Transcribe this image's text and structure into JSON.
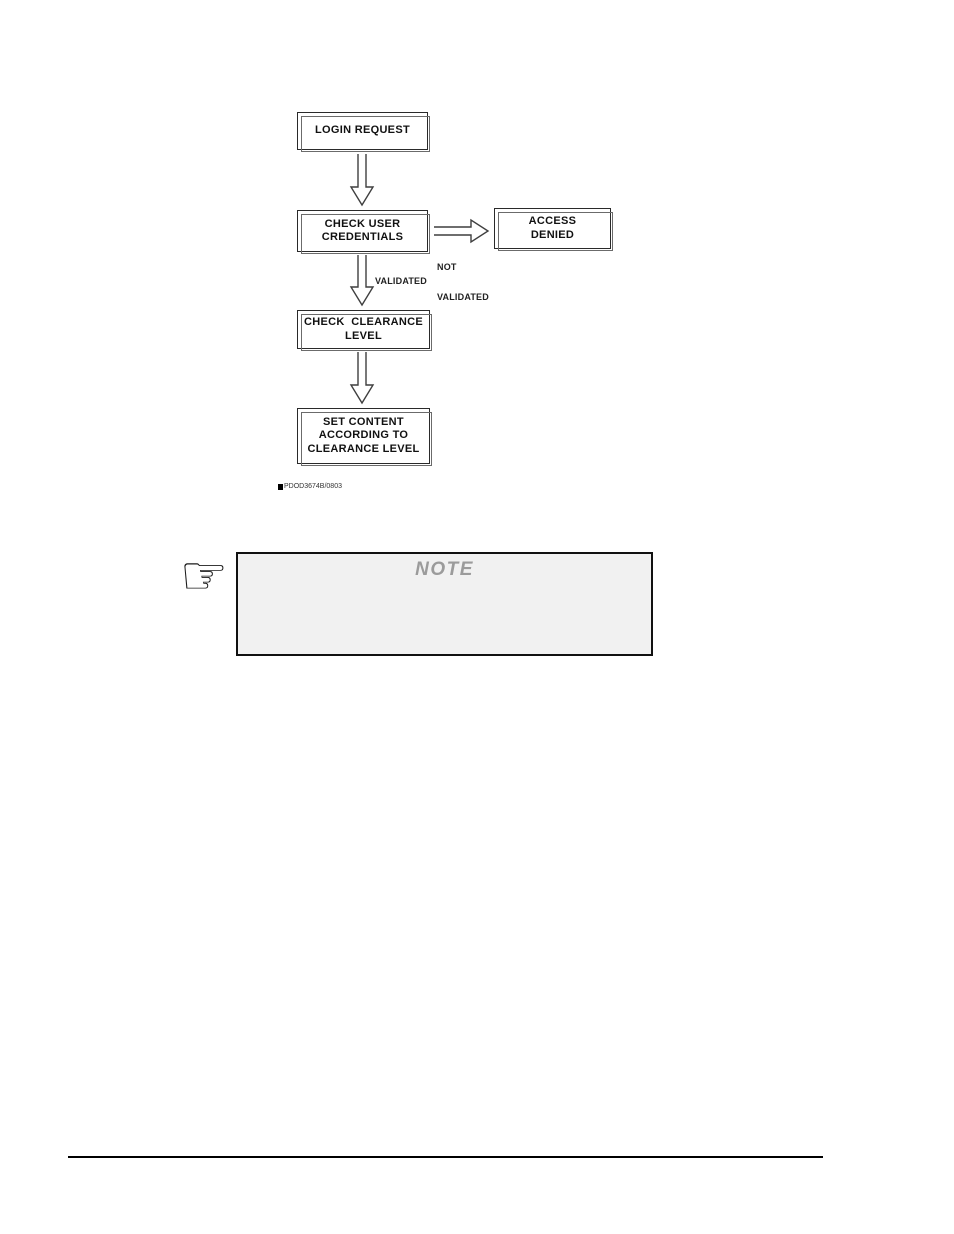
{
  "flowchart": {
    "login_request": {
      "label": "LOGIN REQUEST"
    },
    "check_user": {
      "lines": [
        "CHECK USER",
        "CREDENTIALS"
      ]
    },
    "not_validated_label": {
      "lines": [
        "NOT",
        "VALIDATED"
      ]
    },
    "access_denied": {
      "lines": [
        "ACCESS",
        "DENIED"
      ]
    },
    "validated_label": "VALIDATED",
    "check_clearance": {
      "lines": [
        "CHECK  CLEARANCE",
        "LEVEL"
      ]
    },
    "set_content": {
      "lines": [
        "SET CONTENT",
        "ACCORDING TO",
        "CLEARANCE LEVEL"
      ]
    },
    "figure_caption": "PDOD3674B/0803"
  },
  "note": {
    "title": "NOTE",
    "hand_icon_glyph": "☞"
  },
  "colors": {
    "box_border": "#2a2a2a",
    "box_shadow": "#6b6b6b",
    "arrow_stroke": "#3f3f3f",
    "note_background": "#f1f1f1",
    "note_border": "#111111",
    "note_title": "#9b9b9b",
    "footer_rule": "#000000"
  }
}
